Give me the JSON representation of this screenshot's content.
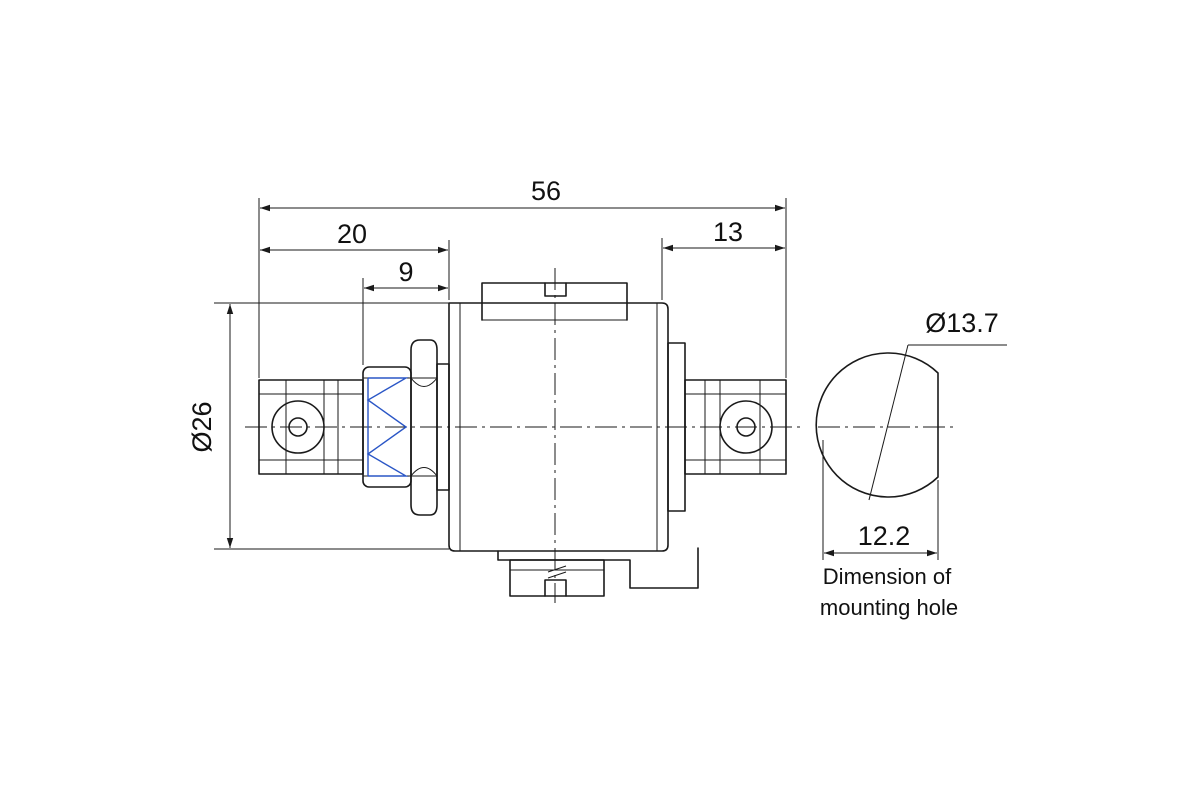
{
  "dimensions": {
    "overall_length": "56",
    "left_section": "20",
    "nut_width": "9",
    "right_section": "13",
    "body_diameter": "Ø26",
    "hole_diameter": "Ø13.7",
    "hole_flat": "12.2"
  },
  "note": {
    "line1": "Dimension of",
    "line2": "mounting hole"
  },
  "colors": {
    "line": "#1a1a1a",
    "nut_accent": "#2a56c6",
    "background": "#ffffff"
  }
}
